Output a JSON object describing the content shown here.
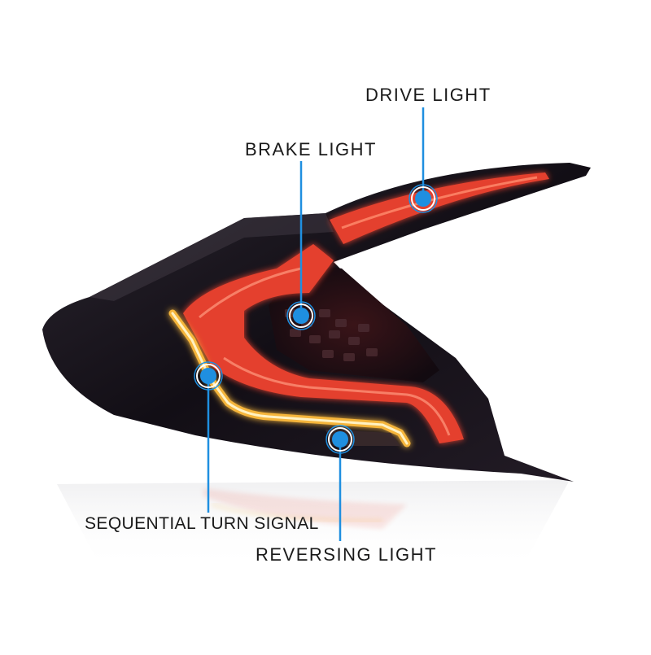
{
  "callouts": {
    "drive_light": "DRIVE  LIGHT",
    "brake_light": "BRAKE  LIGHT",
    "sequential_turn_signal": "SEQUENTIAL TURN  SIGNAL",
    "reversing_light": "REVERSING  LIGHT"
  },
  "colors": {
    "housing": "#141018",
    "brake_red": "#e4412e",
    "turn_amber": "#f5b53a",
    "callout_blue": "#1f8fe0",
    "label_text": "#1a1a1a"
  },
  "icons": {
    "callout_marker": "target-dot-icon"
  }
}
